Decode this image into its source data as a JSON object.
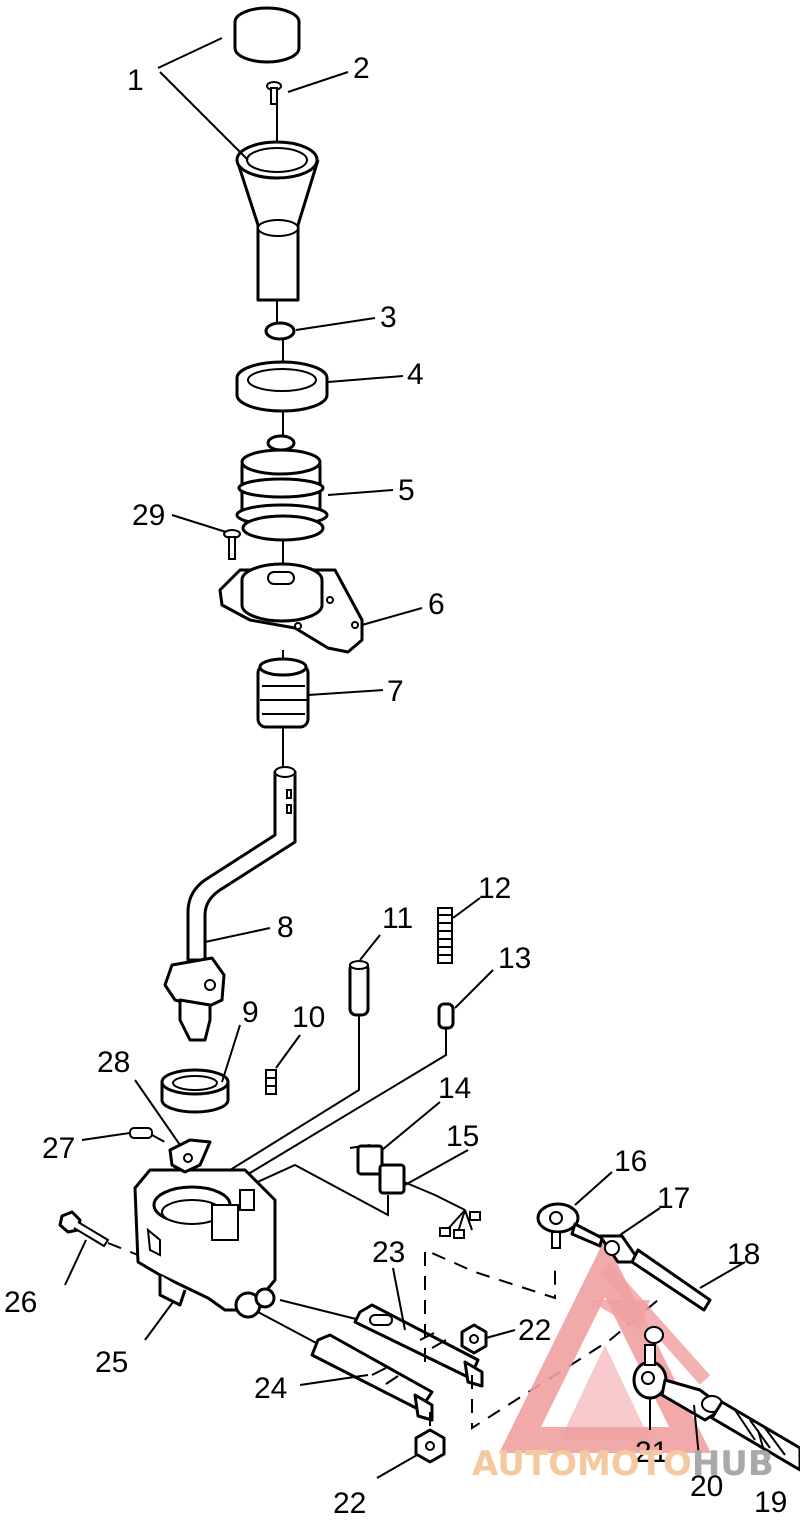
{
  "callouts": [
    "1",
    "2",
    "3",
    "4",
    "5",
    "6",
    "7",
    "8",
    "9",
    "10",
    "11",
    "12",
    "13",
    "14",
    "15",
    "16",
    "17",
    "18",
    "19",
    "20",
    "21",
    "22",
    "22",
    "23",
    "24",
    "25",
    "26",
    "27",
    "28",
    "29"
  ],
  "watermark": {
    "part1": "AUTOMOTO",
    "part2": "HUB",
    "color_primary": "#f0a0a0",
    "color_text1": "#f4c9a0",
    "color_text2": "#a9a9a9"
  }
}
